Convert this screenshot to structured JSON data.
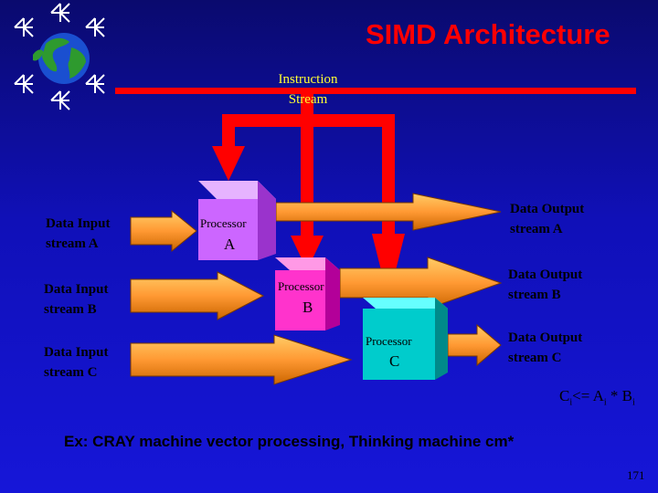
{
  "title": "SIMD Architecture",
  "instruction_stream": "Instruction\nStream",
  "inputs": [
    {
      "label": "Data Input\nstream A"
    },
    {
      "label": "Data Input\nstream B"
    },
    {
      "label": "Data Input\nstream C"
    }
  ],
  "processors": [
    {
      "name": "Processor",
      "letter": "A",
      "color": "#cc66ff"
    },
    {
      "name": "Processor",
      "letter": "B",
      "color": "#ff33cc"
    },
    {
      "name": "Processor",
      "letter": "C",
      "color": "#00cccc"
    }
  ],
  "outputs": [
    {
      "label": "Data Output\nstream A"
    },
    {
      "label": "Data Output\nstream B"
    },
    {
      "label": "Data Output\nstream C"
    }
  ],
  "formula": {
    "c": "C",
    "op": "<= A",
    "mul": " * B",
    "sub": "i"
  },
  "example": "Ex: CRAY machine vector processing, Thinking machine cm*",
  "page_number": "171",
  "colors": {
    "instruction": "#ff0000",
    "data_arrow": "#ff9933",
    "text_highlight": "#ffff33",
    "background": "#1212c8"
  },
  "icons": [
    "globe-icon",
    "network-node-icon"
  ]
}
